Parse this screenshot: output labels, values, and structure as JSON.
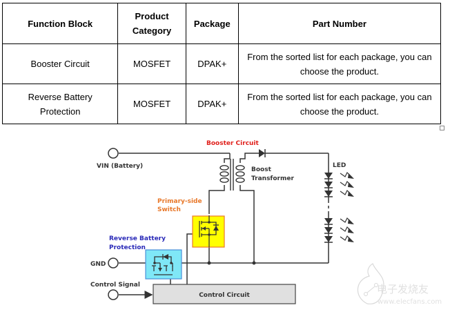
{
  "table": {
    "headers": [
      "Function Block",
      "Product Category",
      "Package",
      "Part Number"
    ],
    "header_lines": {
      "product_category": [
        "Product",
        "Category"
      ]
    },
    "rows": [
      {
        "function_block": "Booster Circuit",
        "function_block_lines": [
          "Booster Circuit"
        ],
        "product_category": "MOSFET",
        "package": "DPAK+",
        "part_number": "From the sorted list for each package, you can choose the product.",
        "part_number_lines": [
          "From the sorted list for each package, you can",
          "choose the product."
        ]
      },
      {
        "function_block": "Reverse Battery Protection",
        "function_block_lines": [
          "Reverse Battery",
          "Protection"
        ],
        "product_category": "MOSFET",
        "package": "DPAK+",
        "part_number": "From the sorted list for each package, you can choose the product.",
        "part_number_lines": [
          "From the sorted list for each package, you can",
          "choose the product."
        ]
      }
    ]
  },
  "diagram": {
    "labels": {
      "vin": "VIN (Battery)",
      "gnd": "GND",
      "control_signal": "Control Signal",
      "booster_circuit": "Booster Circuit",
      "boost_transformer_1": "Boost",
      "boost_transformer_2": "Transformer",
      "led": "LED",
      "primary_switch_1": "Primary-side",
      "primary_switch_2": "Switch",
      "reverse_battery_1": "Reverse Battery",
      "reverse_battery_2": "Protection",
      "control_circuit": "Control Circuit"
    },
    "colors": {
      "booster_label": "#e0201c",
      "primary_label": "#e8782a",
      "reverse_label": "#2a2ab8",
      "primary_box_fill": "#ffff00",
      "primary_box_stroke": "#e8782a",
      "reverse_box_fill": "#7fe7f7",
      "reverse_box_stroke": "#4a90d9",
      "control_box_fill": "#e0e0e0",
      "wire": "#333333"
    },
    "led_count_top": 3,
    "led_count_bottom": 3
  },
  "watermark": {
    "brand": "电子发烧友",
    "url": "www.elecfans.com"
  }
}
